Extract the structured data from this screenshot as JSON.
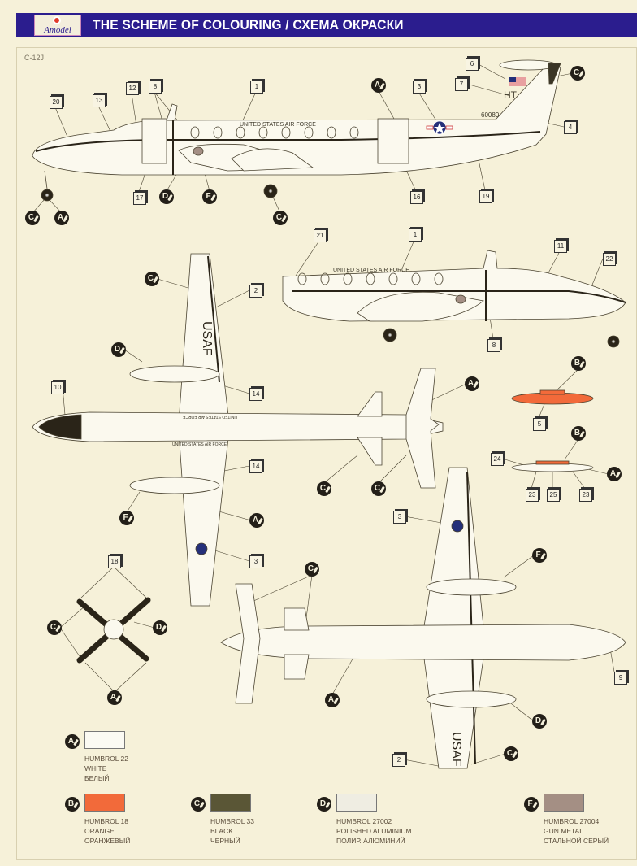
{
  "header": {
    "logo_text": "Amodel",
    "title": "THE SCHEME OF COLOURING / СХЕМА ОКРАСКИ"
  },
  "model": "C-12J",
  "markings": {
    "fuselage_text": "UNITED STATES AIR FORCE",
    "tail_code": "HT",
    "serial": "60080",
    "wing_text": "USAF"
  },
  "number_callouts": [
    "20",
    "13",
    "12",
    "8",
    "1",
    "3",
    "6",
    "7",
    "4",
    "17",
    "16",
    "19",
    "21",
    "1",
    "11",
    "22",
    "2",
    "8",
    "14",
    "10",
    "5",
    "24",
    "23",
    "25",
    "23",
    "14",
    "3",
    "3",
    "18",
    "9",
    "2"
  ],
  "letter_callouts": [
    "A",
    "C",
    "D",
    "F",
    "C",
    "A",
    "C",
    "C",
    "D",
    "A",
    "B",
    "B",
    "A",
    "C",
    "C",
    "F",
    "A",
    "F",
    "C",
    "C",
    "D",
    "A",
    "A",
    "D",
    "C"
  ],
  "paints": [
    {
      "letter": "A",
      "code": "HUMBROL 22",
      "name_en": "WHITE",
      "name_ru": "БЕЛЫЙ",
      "color": "#fbfaf3"
    },
    {
      "letter": "B",
      "code": "HUMBROL 18",
      "name_en": "ORANGE",
      "name_ru": "ОРАНЖЕВЫЙ",
      "color": "#f26a3a"
    },
    {
      "letter": "C",
      "code": "HUMBROL 33",
      "name_en": "BLACK",
      "name_ru": "ЧЕРНЫЙ",
      "color": "#5a5636"
    },
    {
      "letter": "D",
      "code": "HUMBROL 27002",
      "name_en": "POLISHED ALUMINIUM",
      "name_ru": "ПОЛИР. АЛЮМИНИЙ",
      "color": "#efede2"
    },
    {
      "letter": "F",
      "code": "HUMBROL 27004",
      "name_en": "GUN METAL",
      "name_ru": "СТАЛЬНОЙ СЕРЫЙ",
      "color": "#a48f84"
    }
  ]
}
